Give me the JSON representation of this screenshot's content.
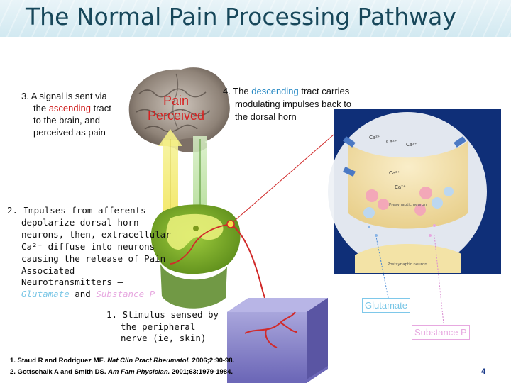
{
  "title": "The Normal Pain Processing Pathway",
  "brain_label": {
    "line1": "Pain",
    "line2": "Perceived"
  },
  "step3": {
    "number": "3.",
    "line1": "A signal is sent via",
    "line2_pre": "the ",
    "line2_highlight": "ascending",
    "line2_post": " tract",
    "line3": "to the brain, and",
    "line4": "perceived as pain"
  },
  "step4": {
    "number": "4.",
    "line1_pre": "The ",
    "line1_highlight": "descending",
    "line1_post": " tract carries",
    "line2": "modulating impulses back to",
    "line3": "the dorsal horn"
  },
  "step2": {
    "number": "2.",
    "lines": [
      "Impulses from afferents",
      "depolarize dorsal horn",
      "neurons, then, extracellular",
      "Ca²⁺ diffuse into neurons",
      "causing the release of Pain",
      "Associated",
      "Neurotransmitters –"
    ],
    "nt1": "Glutamate",
    "and": " and ",
    "nt2": "Substance P"
  },
  "step1": {
    "number": "1.",
    "line1": "Stimulus sensed by",
    "line2": "the peripheral",
    "line3": "nerve (ie, skin)"
  },
  "synapse_labels": {
    "glutamate": "Glutamate",
    "substance_p": "Substance P",
    "presynaptic": "Presynaptic neuron",
    "postsynaptic": "Postsynaptic neuron",
    "ca_ions": [
      "Ca²⁺",
      "Ca²⁺",
      "Ca²⁺",
      "Ca²⁺",
      "Ca²⁺"
    ]
  },
  "references": {
    "ref1_pre": "1. Staud R and Rodriguez ME. ",
    "ref1_journal": "Nat Clin Pract Rheumatol.",
    "ref1_post": " 2006;2:90-98.",
    "ref2_pre": "2. Gottschalk A and Smith DS. ",
    "ref2_journal": "Am Fam Physician.",
    "ref2_post": " 2001;63:1979-1984."
  },
  "page_number": "4",
  "colors": {
    "title": "#17475a",
    "ascending": "#2a8ac4",
    "pain_red": "#d62121",
    "synapse_bg": "#0f2f78",
    "label_blue": "#79c6e6",
    "substance_p": "#e7a8e0"
  }
}
